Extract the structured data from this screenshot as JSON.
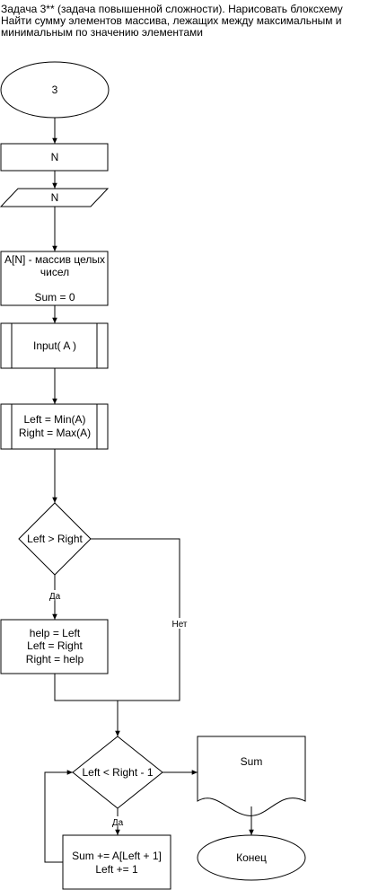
{
  "title": "Задача 3** (задача повышенной сложности). Нарисовать блоксхему\nНайти сумму элементов массива, лежащих между максимальным и минимальным по значению элементами",
  "nodes": {
    "start": "3",
    "n_process": "N",
    "n_input": "N",
    "array_decl": [
      "A[N] - массив целых",
      "чисел",
      "",
      "Sum = 0"
    ],
    "input_sub": "Input( A )",
    "minmax": [
      "Left = Min(A)",
      "Right = Max(A)"
    ],
    "cond1": "Left > Right",
    "swap": [
      "help = Left",
      "Left = Right",
      "Right = help"
    ],
    "cond2": "Left < Right - 1",
    "sum_loop": [
      "Sum += A[Left + 1]",
      "Left += 1"
    ],
    "output": "Sum",
    "end": "Конец"
  },
  "edges": {
    "yes1": "Да",
    "no1": "Нет",
    "yes2": "Да"
  }
}
